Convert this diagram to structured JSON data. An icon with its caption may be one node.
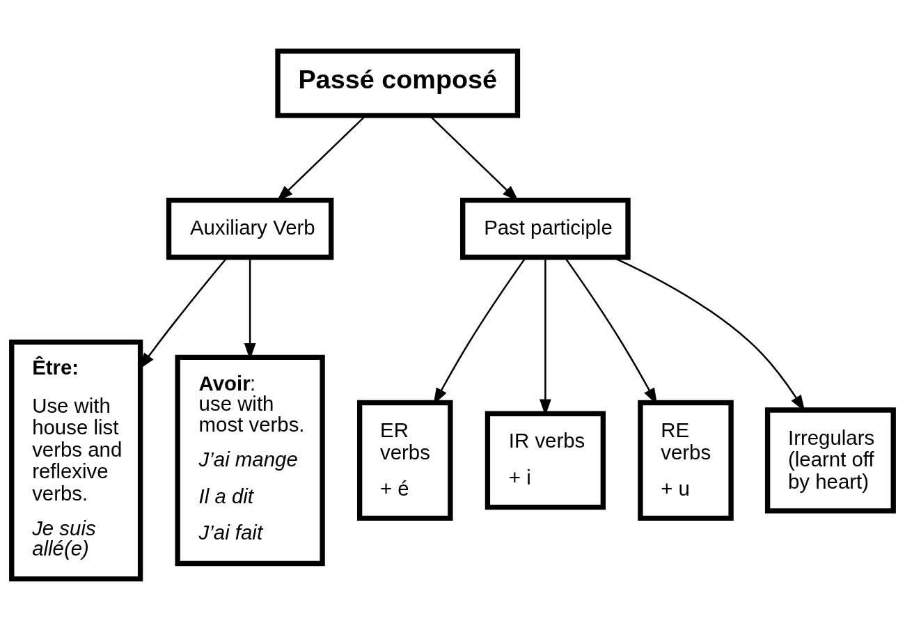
{
  "diagram": {
    "nodes": [
      {
        "text": [
          "Passé composé"
        ]
      },
      {
        "text": [
          "Auxiliary Verb"
        ]
      },
      {
        "text": [
          "Past participle"
        ]
      },
      {
        "text": [
          "Être:",
          "Use with house list verbs and reflexive verbs.",
          "Je suis allé(e)"
        ]
      },
      {
        "text": [
          "**Avoir**: use with most verbs.",
          "J’ai mange",
          "Il a dit",
          "J’ai fait"
        ]
      },
      {
        "text": [
          "ER verbs",
          "+ é"
        ]
      },
      {
        "text": [
          "IR verbs",
          "+ i"
        ]
      },
      {
        "text": [
          "RE verbs",
          "+ u"
        ]
      },
      {
        "text": [
          "Irregulars (learnt off by heart)"
        ]
      }
    ],
    "edges": [
      {
        "from": 0,
        "to": 1,
        "arrow": "to"
      },
      {
        "from": 0,
        "to": 2,
        "arrow": "to"
      },
      {
        "from": 1,
        "to": 3,
        "arrow": "to"
      },
      {
        "from": 1,
        "to": 4,
        "arrow": "to"
      },
      {
        "from": 2,
        "to": 5,
        "arrow": "to"
      },
      {
        "from": 2,
        "to": 6,
        "arrow": "to"
      },
      {
        "from": 2,
        "to": 7,
        "arrow": "to"
      },
      {
        "from": 2,
        "to": 8,
        "arrow": "to"
      }
    ]
  }
}
